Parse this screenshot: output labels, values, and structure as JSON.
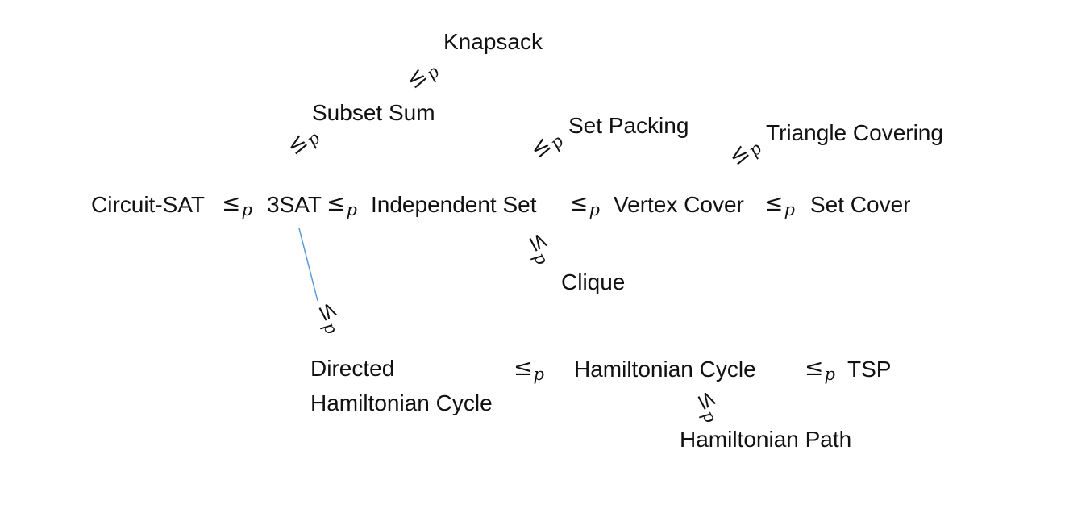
{
  "nodes": {
    "knapsack": "Knapsack",
    "subset_sum": "Subset Sum",
    "set_packing": "Set Packing",
    "triangle_covering": "Triangle Covering",
    "circuit_sat": "Circuit-SAT",
    "three_sat": "3SAT",
    "independent_set": "Independent Set",
    "vertex_cover": "Vertex Cover",
    "set_cover": "Set Cover",
    "clique": "Clique",
    "directed_hamiltonian_cycle": "Directed\nHamiltonian Cycle",
    "hamiltonian_cycle": "Hamiltonian Cycle",
    "tsp": "TSP",
    "hamiltonian_path": "Hamiltonian Path"
  },
  "reduction": {
    "symbol": "≤",
    "subscript": "p"
  },
  "colors": {
    "text": "#111111",
    "connector": "#5b9bd5"
  }
}
